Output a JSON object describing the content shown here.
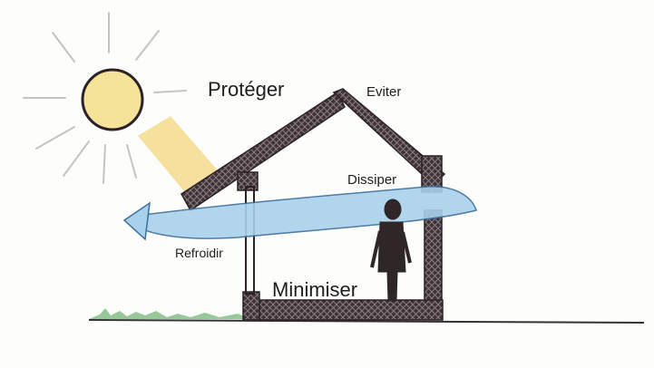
{
  "labels": {
    "proteger": "Protéger",
    "eviter": "Eviter",
    "dissiper": "Dissiper",
    "refroidir": "Refroidir",
    "minimiser": "Minimiser"
  },
  "colors": {
    "sun_fill": "#f6e39a",
    "sun_rays": "#c6c6c6",
    "sunbeam": "#f3dc8c",
    "wall": "#3f3236",
    "ink": "#2a2226",
    "airflow": "#a9d1ec",
    "airflow_edge": "#3d6f9c",
    "grass": "#8cc28f",
    "ground": "#333333"
  },
  "icons": [
    "sun-icon",
    "person-icon",
    "airflow-arrow-icon",
    "grass-icon"
  ]
}
